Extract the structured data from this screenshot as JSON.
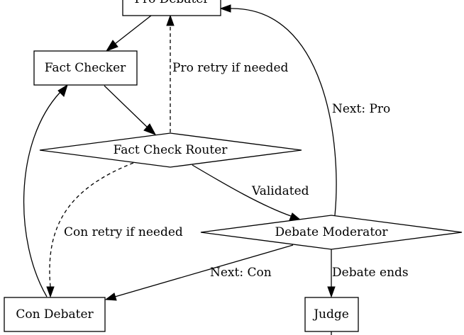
{
  "nodes": {
    "pro_debater": {
      "label": "Pro Debater",
      "shape": "box"
    },
    "fact_checker": {
      "label": "Fact Checker",
      "shape": "box"
    },
    "fact_check_router": {
      "label": "Fact Check Router",
      "shape": "diamond"
    },
    "debate_moderator": {
      "label": "Debate Moderator",
      "shape": "diamond"
    },
    "con_debater": {
      "label": "Con Debater",
      "shape": "box"
    },
    "judge": {
      "label": "Judge",
      "shape": "box"
    }
  },
  "edges": {
    "pro_to_fact_checker": {
      "from": "pro_debater",
      "to": "fact_checker",
      "label": "",
      "style": "solid"
    },
    "fact_checker_to_router": {
      "from": "fact_checker",
      "to": "fact_check_router",
      "label": "",
      "style": "solid"
    },
    "router_to_pro": {
      "from": "fact_check_router",
      "to": "pro_debater",
      "label": "Pro retry if needed",
      "style": "dashed"
    },
    "router_to_moderator": {
      "from": "fact_check_router",
      "to": "debate_moderator",
      "label": "Validated",
      "style": "solid"
    },
    "router_to_con": {
      "from": "fact_check_router",
      "to": "con_debater",
      "label": "",
      "style": "dashed"
    },
    "con_retry_label": "Con retry if needed",
    "moderator_to_pro": {
      "from": "debate_moderator",
      "to": "pro_debater",
      "label": "Next: Pro",
      "style": "solid"
    },
    "moderator_to_con": {
      "from": "debate_moderator",
      "to": "con_debater",
      "label": "Next: Con",
      "style": "solid"
    },
    "moderator_to_judge": {
      "from": "debate_moderator",
      "to": "judge",
      "label": "Debate ends",
      "style": "solid"
    },
    "con_to_fact_checker": {
      "from": "con_debater",
      "to": "fact_checker",
      "label": "",
      "style": "solid"
    }
  }
}
